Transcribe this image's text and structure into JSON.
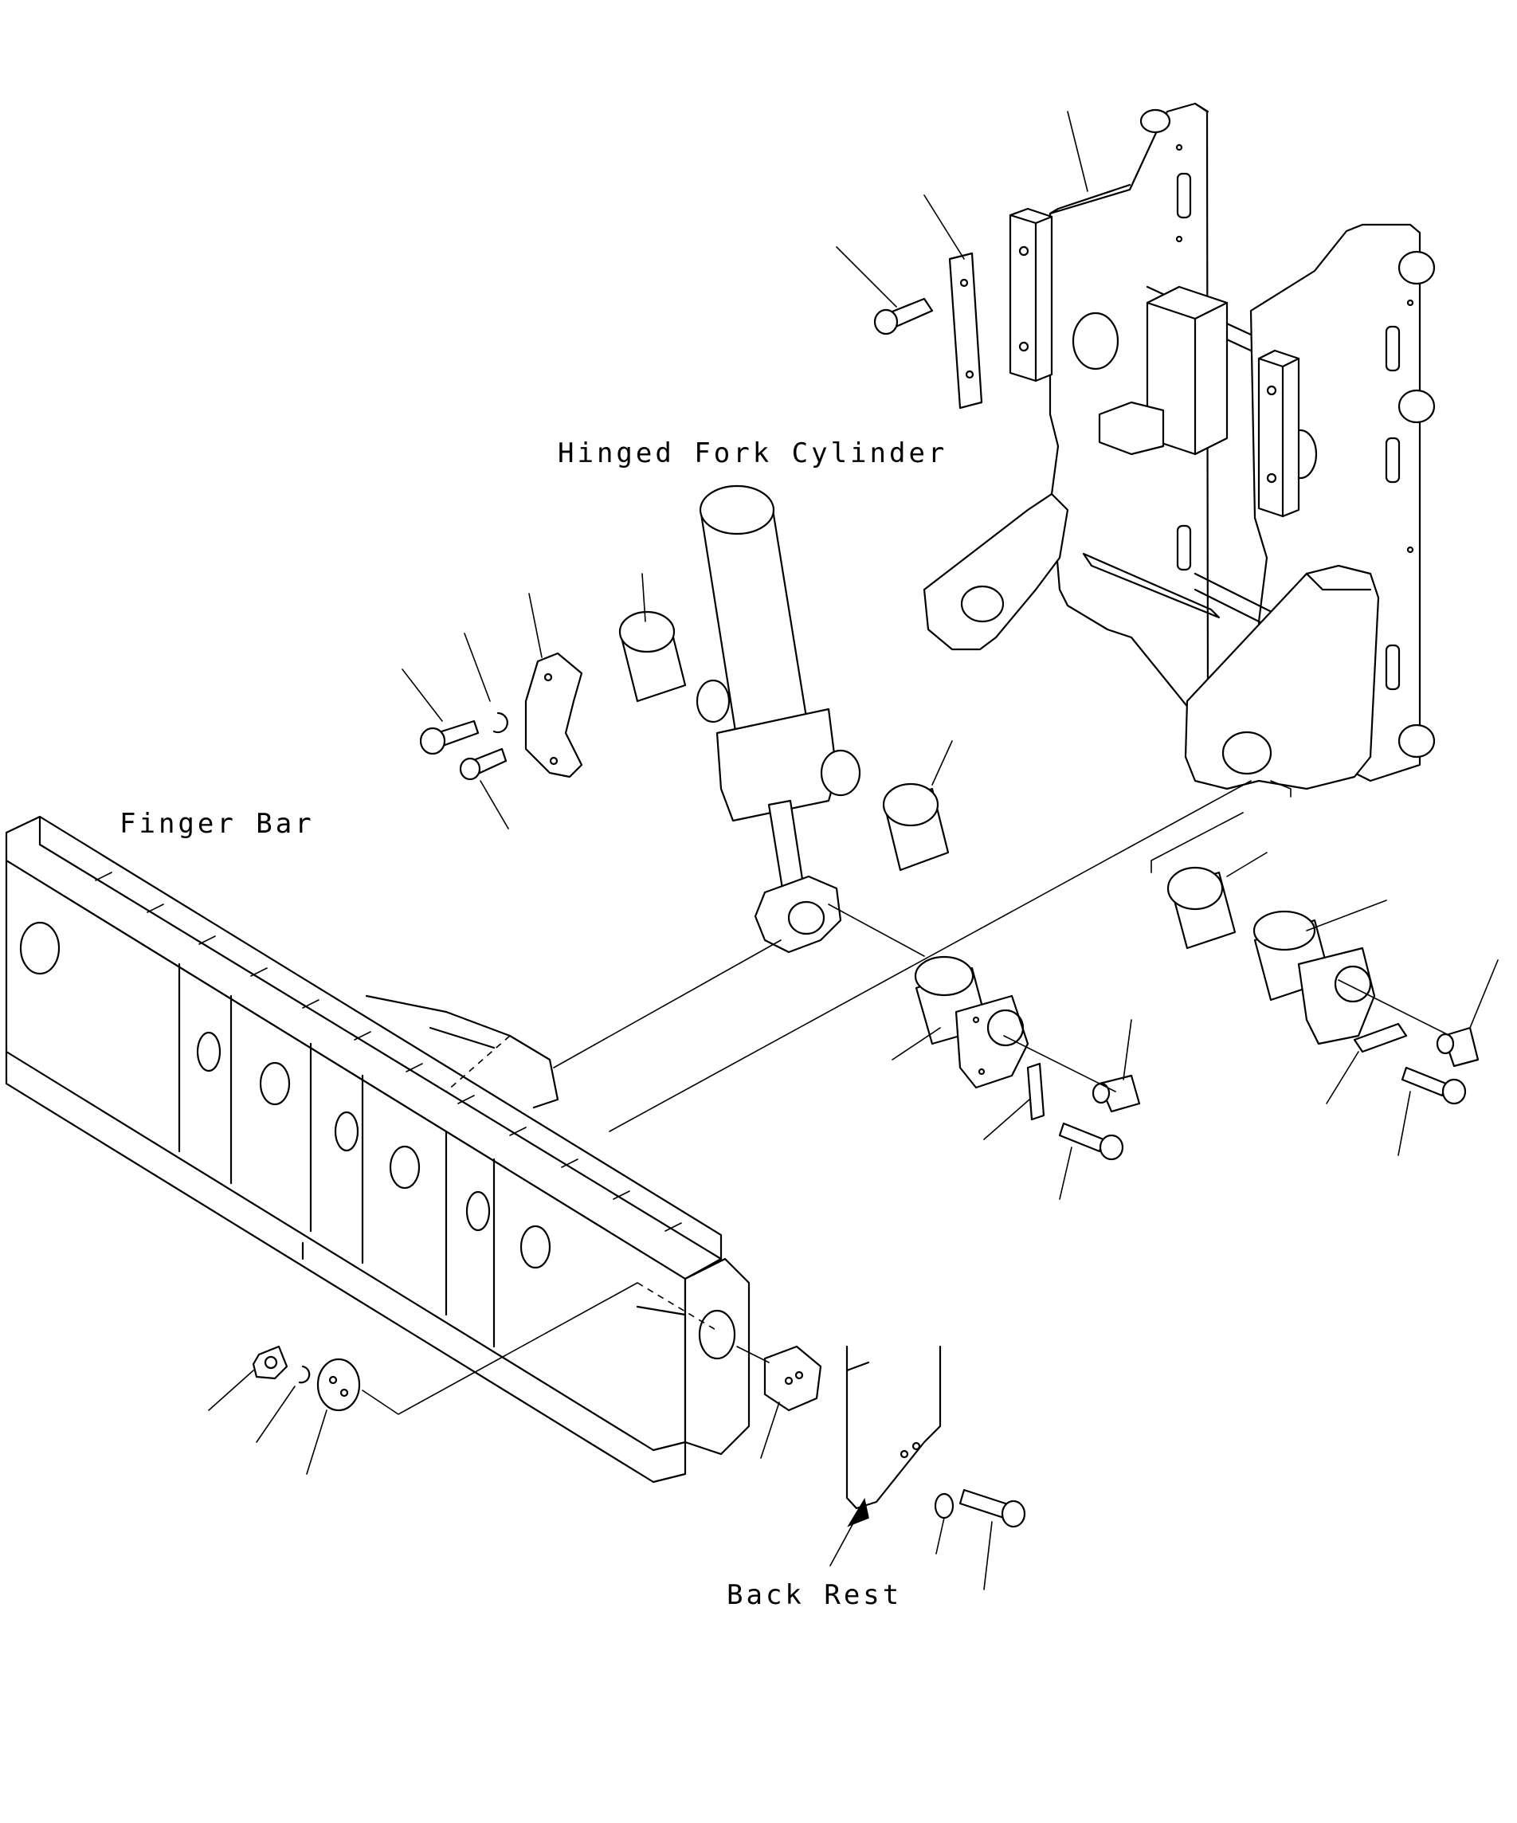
{
  "labels": {
    "hinged_fork_cylinder": "Hinged Fork Cylinder",
    "finger_bar": "Finger Bar",
    "back_rest": "Back Rest"
  }
}
